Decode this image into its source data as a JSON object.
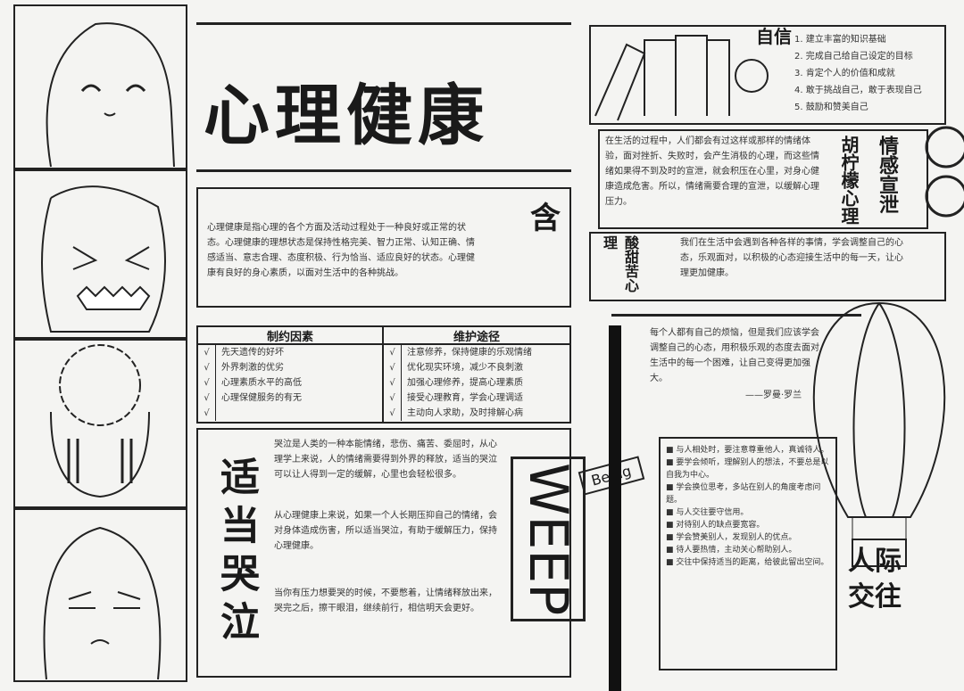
{
  "title": "心理健康",
  "intro": {
    "badge": "含",
    "text": "心理健康是指心理的各个方面及活动过程处于一种良好或正常的状态。心理健康的理想状态是保持性格完美、智力正常、认知正确、情感适当、意志合理、态度积极、行为恰当、适应良好的状态。心理健康有良好的身心素质，以面对生活中的各种挑战。"
  },
  "confidence": {
    "heading": "自信",
    "items": [
      "1. 建立丰富的知识基础",
      "2. 完成自己给自己设定的目标",
      "3. 肯定个人的价值和成就",
      "4. 敢于挑战自己，敢于表现自己",
      "5. 鼓励和赞美自己"
    ]
  },
  "emotion": {
    "heading": "情感宣泄",
    "side": "胡柠檬心理",
    "text": "在生活的过程中，人们都会有过这样或那样的情绪体验，面对挫折、失败时，会产生消极的心理，而这些情绪如果得不到及时的宣泄，就会积压在心里，对身心健康造成危害。所以，情绪需要合理的宣泄，以缓解心理压力。"
  },
  "sour": {
    "heading": "酸甜苦心理",
    "text": "我们在生活中会遇到各种各样的事情，学会调整自己的心态，乐观面对，以积极的心态迎接生活中的每一天，让心理更加健康。"
  },
  "factors": {
    "heading": "制约因素",
    "items": [
      "先天遗传的好坏",
      "外界刺激的优劣",
      "心理素质水平的高低",
      "心理保健服务的有无",
      ""
    ]
  },
  "ways": {
    "heading": "维护途径",
    "items": [
      "注意修养，保持健康的乐观情绪",
      "优化现实环境，减少不良刺激",
      "加强心理修养，提高心理素质",
      "接受心理教育，学会心理调适",
      "主动向人求助，及时排解心病"
    ]
  },
  "cry": {
    "heading": "适当哭泣",
    "weep": "WEEP",
    "being": "Being",
    "paragraphs": [
      "哭泣是人类的一种本能情绪，悲伤、痛苦、委屈时，从心理学上来说，人的情绪需要得到外界的释放，适当的哭泣可以让人得到一定的缓解，心里也会轻松很多。",
      "从心理健康上来说，如果一个人长期压抑自己的情绪，会对身体造成伤害，所以适当哭泣，有助于缓解压力，保持心理健康。",
      "当你有压力想要哭的时候，不要憋着，让情绪释放出来，哭完之后，擦干眼泪，继续前行，相信明天会更好。"
    ]
  },
  "quote": {
    "text": "每个人都有自己的烦恼，但是我们应该学会调整自己的心态，用积极乐观的态度去面对生活中的每一个困难，让自己变得更加强大。",
    "author": "——罗曼·罗兰"
  },
  "social": {
    "heading": "人际交往",
    "items": [
      "与人相处时，要注意尊重他人，真诚待人。",
      "要学会倾听，理解别人的想法，不要总是以自我为中心。",
      "学会换位思考，多站在别人的角度考虑问题。",
      "与人交往要守信用。",
      "对待别人的缺点要宽容。",
      "学会赞美别人，发现别人的优点。",
      "待人要热情，主动关心帮助别人。",
      "交往中保持适当的距离，给彼此留出空间。"
    ]
  }
}
